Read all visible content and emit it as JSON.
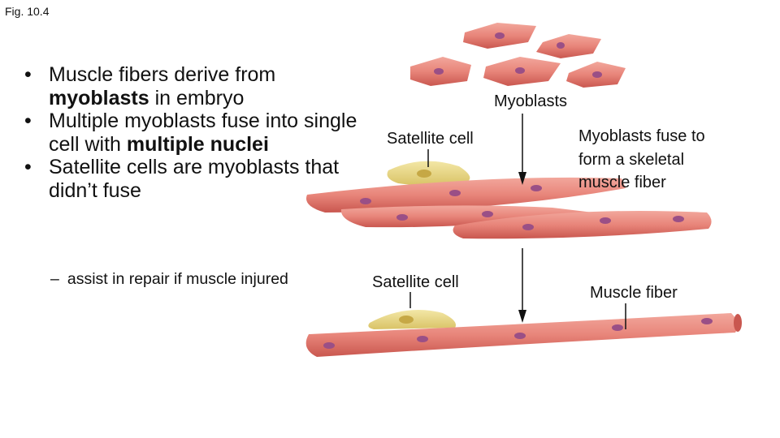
{
  "figure": {
    "label": "Fig. 10.4"
  },
  "bullets": [
    {
      "parts": [
        {
          "t": "Muscle fibers derive from "
        },
        {
          "t": "myoblasts",
          "b": true
        },
        {
          "t": " in embryo"
        }
      ]
    },
    {
      "parts": [
        {
          "t": "Multiple myoblasts fuse into single cell with "
        },
        {
          "t": "multiple nuclei",
          "b": true
        }
      ]
    },
    {
      "parts": [
        {
          "t": "Satellite cells are myoblasts that didn’t fuse"
        }
      ]
    }
  ],
  "sub_bullet": {
    "dash": "–",
    "text": "assist in repair if muscle injured"
  },
  "diagram": {
    "myoblasts_label": "Myoblasts",
    "satellite_label_top": "Satellite cell",
    "fuse_label": "Myoblasts fuse to form a skeletal muscle fiber",
    "satellite_label_bottom": "Satellite cell",
    "fiber_label": "Muscle fiber"
  },
  "colors": {
    "cell": "#e8857a",
    "cell_dark": "#c9574f",
    "nucleus": "#9a4f86",
    "satellite": "#e9d98a",
    "satellite_nucleus": "#c6a845"
  }
}
